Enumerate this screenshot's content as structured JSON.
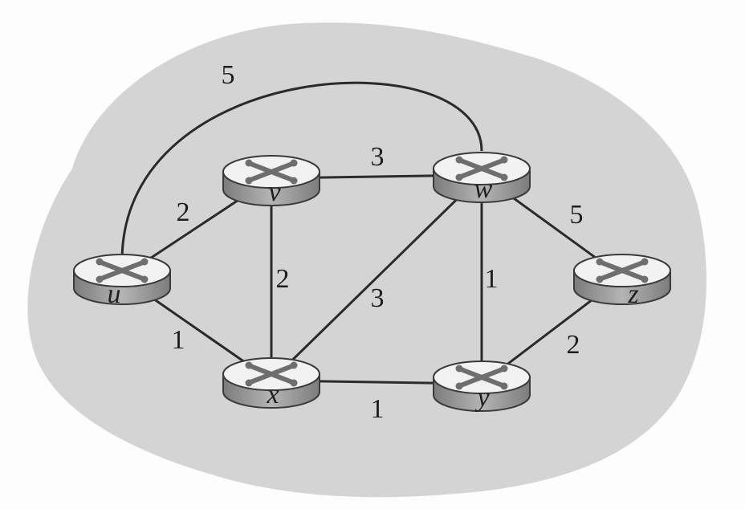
{
  "network": {
    "nodes": [
      {
        "id": "u",
        "label": "u"
      },
      {
        "id": "v",
        "label": "v"
      },
      {
        "id": "w",
        "label": "w"
      },
      {
        "id": "x",
        "label": "x"
      },
      {
        "id": "y",
        "label": "y"
      },
      {
        "id": "z",
        "label": "z"
      }
    ],
    "edges": [
      {
        "from": "u",
        "to": "w",
        "weight": "5"
      },
      {
        "from": "u",
        "to": "v",
        "weight": "2"
      },
      {
        "from": "u",
        "to": "x",
        "weight": "1"
      },
      {
        "from": "v",
        "to": "w",
        "weight": "3"
      },
      {
        "from": "v",
        "to": "x",
        "weight": "2"
      },
      {
        "from": "w",
        "to": "x",
        "weight": "3"
      },
      {
        "from": "w",
        "to": "y",
        "weight": "1"
      },
      {
        "from": "w",
        "to": "z",
        "weight": "5"
      },
      {
        "from": "x",
        "to": "y",
        "weight": "1"
      },
      {
        "from": "y",
        "to": "z",
        "weight": "2"
      }
    ]
  },
  "colors": {
    "background_cloud": "#d4d4d4",
    "router_top": "#f2f2f2",
    "router_side": "#9a9a9a",
    "router_outline": "#3a3a3a",
    "router_cross": "#6e6e6e",
    "link": "#2a2a2a"
  },
  "icon_names": [
    "router-icon"
  ]
}
